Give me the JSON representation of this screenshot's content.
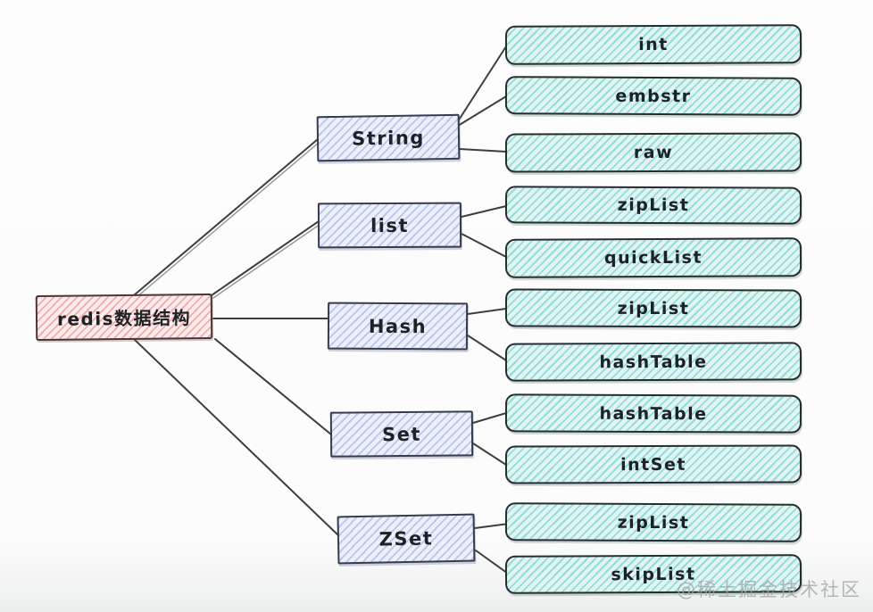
{
  "diagram": {
    "title_hint": "redis data structure mapping diagram",
    "root": {
      "label": "redis数据结构"
    },
    "branches": [
      {
        "label": "String",
        "leaves": [
          "int",
          "embstr",
          "raw"
        ]
      },
      {
        "label": "list",
        "leaves": [
          "zipList",
          "quickList"
        ]
      },
      {
        "label": "Hash",
        "leaves": [
          "zipList",
          "hashTable"
        ]
      },
      {
        "label": "Set",
        "leaves": [
          "hashTable",
          "intSet"
        ]
      },
      {
        "label": "ZSet",
        "leaves": [
          "zipList",
          "skipList"
        ]
      }
    ]
  },
  "colors": {
    "root_fill": "#fdecec",
    "root_hatch": "#e78585",
    "root_border": "#4c3534",
    "branch_fill": "#edf0fa",
    "branch_hatch": "#8ca2e0",
    "branch_border": "#343c4e",
    "leaf_fill": "#e2f4f1",
    "leaf_hatch": "#5dcec2",
    "leaf_border": "#272c30",
    "edge": "#3b3f42",
    "background": "#fcfcfc"
  },
  "watermark": {
    "text": "@稀土掘金技术社区"
  }
}
